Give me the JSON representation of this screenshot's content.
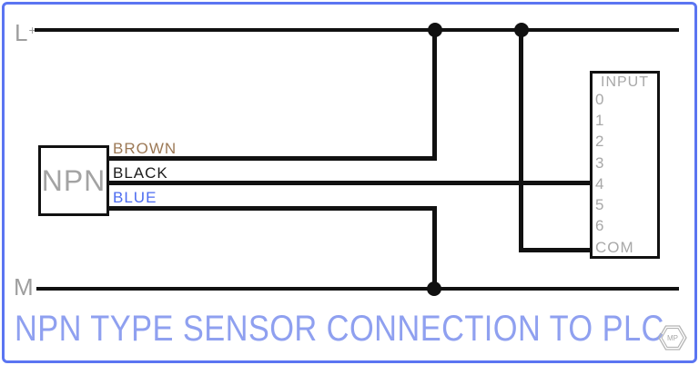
{
  "colors": {
    "frame_border": "#5b75f2",
    "wire": "#111111",
    "gray_text": "#9e9e9e",
    "title_text": "#8fa0f0",
    "brown_label": "#9c7956",
    "black_label": "#1c1c1c",
    "blue_label": "#4d6cf0"
  },
  "rails": {
    "positive_label": "L",
    "positive_sign": "+",
    "negative_label": "M"
  },
  "sensor": {
    "label": "NPN",
    "wire_labels": [
      "BROWN",
      "BLACK",
      "BLUE"
    ]
  },
  "plc": {
    "header": "INPUT",
    "terminals": [
      "0",
      "1",
      "2",
      "3",
      "4",
      "5",
      "6",
      "COM"
    ]
  },
  "footer": {
    "title": "NPN TYPE SENSOR CONNECTION TO PLC",
    "logo_text": "MP"
  }
}
